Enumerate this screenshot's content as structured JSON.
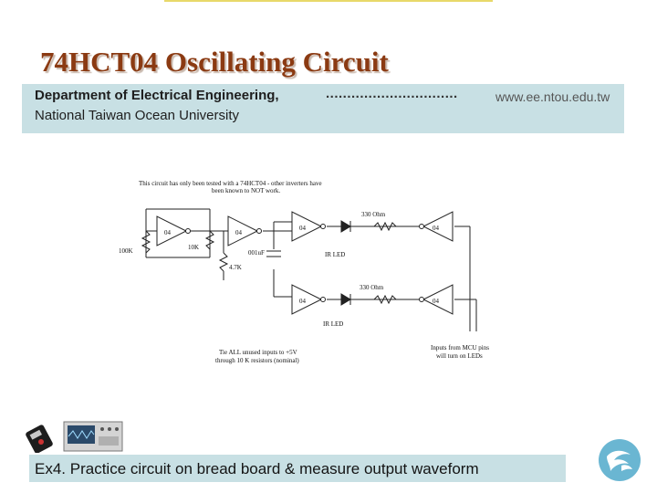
{
  "slide": {
    "title": "74HCT04 Oscillating Circuit",
    "department": "Department of Electrical Engineering,",
    "leader_dots": "...............................",
    "university": "National Taiwan Ocean University",
    "url": "www.ee.ntou.edu.tw",
    "caption": "Ex4. Practice circuit on bread board & measure output waveform"
  },
  "schematic": {
    "note_top_line1": "This circuit has only been tested with a 74HCT04 - other inverters have",
    "note_top_line2": "been known to NOT work.",
    "inverter_label": "04",
    "r1_label": "100K",
    "r2_label": "10K",
    "r3_label": "4.7K",
    "cap_label": "001uF",
    "r4_label": "330 Ohm",
    "r5_label": "330 Ohm",
    "led1_label": "IR LED",
    "led2_label": "IR LED",
    "note_bottom_line1": "Tie ALL unused inputs to +5V",
    "note_bottom_line2": "through 10 K resistors (nominal)",
    "note_right_line1": "Inputs from MCU pins",
    "note_right_line2": "will turn on LEDs"
  },
  "colors": {
    "title": "#8b3a12",
    "band": "#c8e0e4",
    "accent_line": "#e8d96a",
    "logo": "#6ab6d2"
  },
  "icons": {
    "multimeter": "multimeter-icon",
    "oscilloscope": "oscilloscope-icon",
    "logo": "university-logo-icon"
  }
}
